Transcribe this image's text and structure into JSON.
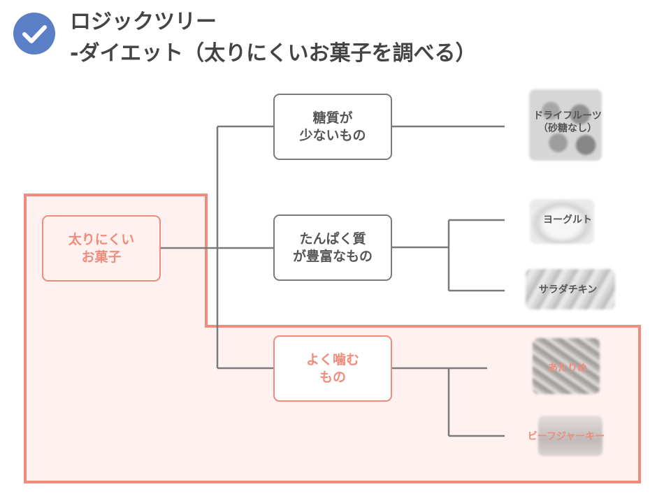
{
  "header": {
    "title_line1": "ロジックツリー",
    "title_line2": "-ダイエット（太りにくいお菓子を調べる）",
    "check_icon": "check-circle-icon",
    "badge_color": "#5b7fc7"
  },
  "tree": {
    "root": {
      "line1": "太りにくい",
      "line2": "お菓子"
    },
    "categories": [
      {
        "line1": "糖質が",
        "line2": "少ないもの"
      },
      {
        "line1": "たんぱく質",
        "line2": "が豊富なもの"
      },
      {
        "line1": "よく噛む",
        "line2": "もの"
      }
    ],
    "leaves": [
      {
        "line1": "ドライフルーツ",
        "line2": "（砂糖なし）"
      },
      {
        "line1": "ヨーグルト"
      },
      {
        "line1": "サラダチキン"
      },
      {
        "line1": "あたりめ"
      },
      {
        "line1": "ビーフジャーキー"
      }
    ]
  },
  "colors": {
    "highlight": "#f08c7c",
    "highlight_fill": "#fff1ef",
    "line": "#7a7a7a",
    "text": "#555555"
  }
}
